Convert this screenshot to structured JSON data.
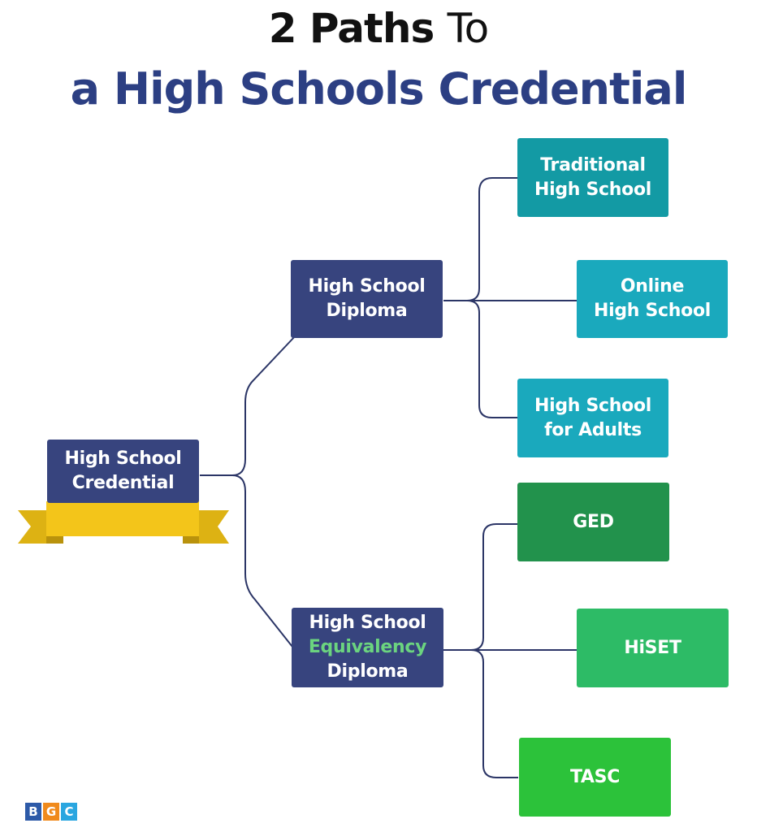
{
  "title": {
    "line1_bold": "2 Paths",
    "line1_light": "To",
    "line2": "a High Schools Credential"
  },
  "root": {
    "line1": "High School",
    "line2": "Credential"
  },
  "diploma": {
    "line1": "High School",
    "line2": "Diploma"
  },
  "equivalency": {
    "line1": "High School",
    "line2": "Equivalency",
    "line3": "Diploma"
  },
  "diploma_options": [
    {
      "line1": "Traditional",
      "line2": "High School"
    },
    {
      "line1": "Online",
      "line2": "High School"
    },
    {
      "line1": "High School",
      "line2": "for Adults"
    }
  ],
  "equivalency_options": [
    {
      "label": "GED"
    },
    {
      "label": "HiSET"
    },
    {
      "label": "TASC"
    }
  ],
  "logo": {
    "b": "B",
    "g": "G",
    "c": "C"
  },
  "colors": {
    "navy": "#37447e",
    "title_blue": "#2c3f83",
    "ribbon_yellow": "#f3c51a",
    "teal": "#1aa9bd",
    "green": "#2dbb66",
    "equivalency_word": "#6bd47f"
  }
}
